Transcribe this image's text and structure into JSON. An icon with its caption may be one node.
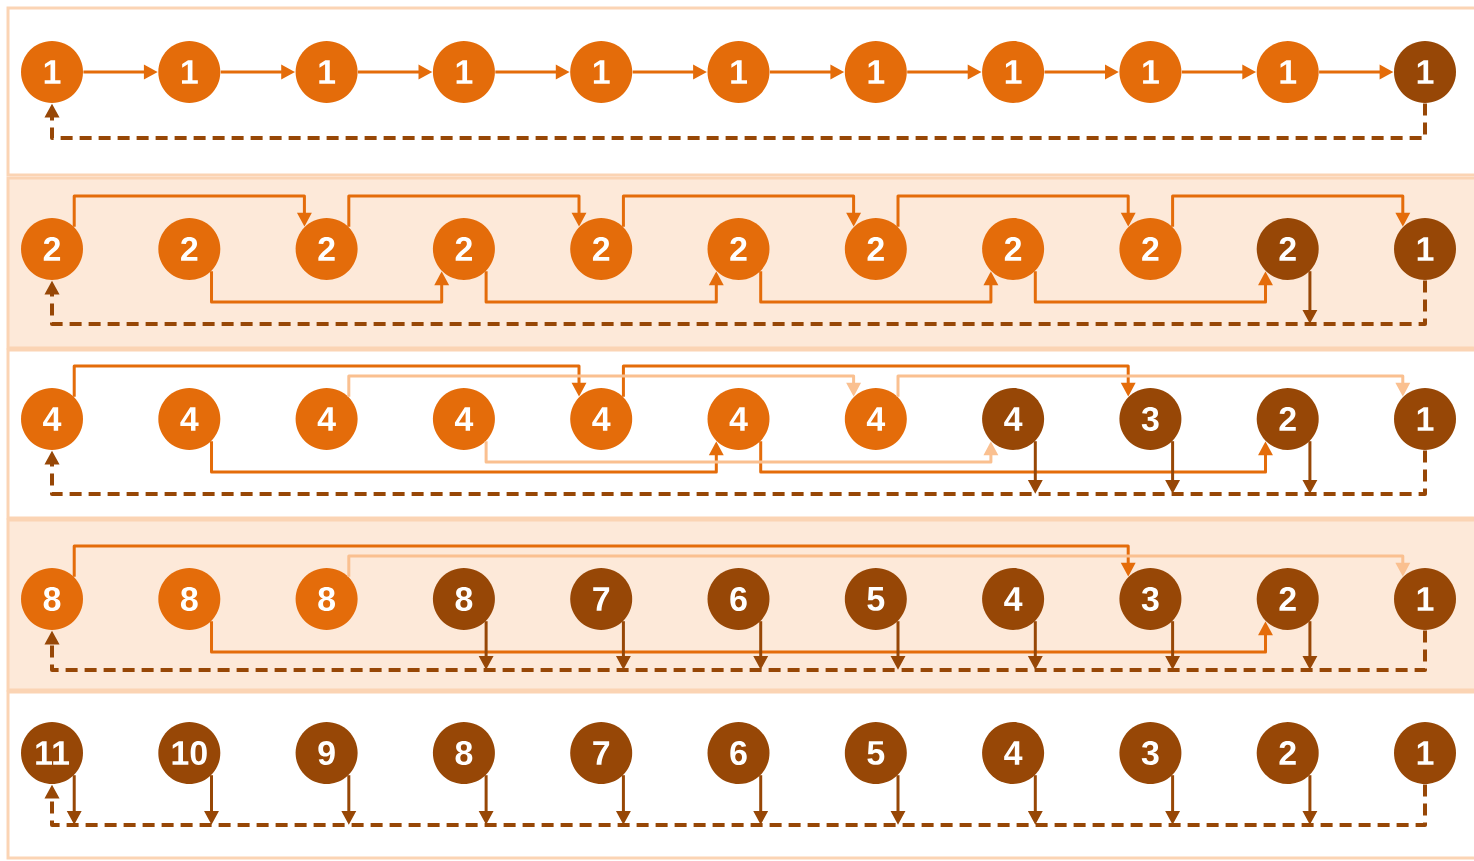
{
  "diagram": {
    "nodes": [
      {
        "text": [
          "1"
        ]
      },
      {
        "text": [
          "1"
        ]
      },
      {
        "text": [
          "1"
        ]
      },
      {
        "text": [
          "1"
        ]
      },
      {
        "text": [
          "1"
        ]
      },
      {
        "text": [
          "1"
        ]
      },
      {
        "text": [
          "1"
        ]
      },
      {
        "text": [
          "1"
        ]
      },
      {
        "text": [
          "1"
        ]
      },
      {
        "text": [
          "1"
        ]
      },
      {
        "text": [
          "1"
        ]
      },
      {
        "text": [
          "2"
        ]
      },
      {
        "text": [
          "2"
        ]
      },
      {
        "text": [
          "2"
        ]
      },
      {
        "text": [
          "2"
        ]
      },
      {
        "text": [
          "2"
        ]
      },
      {
        "text": [
          "2"
        ]
      },
      {
        "text": [
          "2"
        ]
      },
      {
        "text": [
          "2"
        ]
      },
      {
        "text": [
          "2"
        ]
      },
      {
        "text": [
          "2"
        ]
      },
      {
        "text": [
          "1"
        ]
      },
      {
        "text": [
          "4"
        ]
      },
      {
        "text": [
          "4"
        ]
      },
      {
        "text": [
          "4"
        ]
      },
      {
        "text": [
          "4"
        ]
      },
      {
        "text": [
          "4"
        ]
      },
      {
        "text": [
          "4"
        ]
      },
      {
        "text": [
          "4"
        ]
      },
      {
        "text": [
          "4"
        ]
      },
      {
        "text": [
          "3"
        ]
      },
      {
        "text": [
          "2"
        ]
      },
      {
        "text": [
          "1"
        ]
      },
      {
        "text": [
          "8"
        ]
      },
      {
        "text": [
          "8"
        ]
      },
      {
        "text": [
          "8"
        ]
      },
      {
        "text": [
          "8"
        ]
      },
      {
        "text": [
          "7"
        ]
      },
      {
        "text": [
          "6"
        ]
      },
      {
        "text": [
          "5"
        ]
      },
      {
        "text": [
          "4"
        ]
      },
      {
        "text": [
          "3"
        ]
      },
      {
        "text": [
          "2"
        ]
      },
      {
        "text": [
          "1"
        ]
      },
      {
        "text": [
          "11"
        ]
      },
      {
        "text": [
          "10"
        ]
      },
      {
        "text": [
          "9"
        ]
      },
      {
        "text": [
          "8"
        ]
      },
      {
        "text": [
          "7"
        ]
      },
      {
        "text": [
          "6"
        ]
      },
      {
        "text": [
          "5"
        ]
      },
      {
        "text": [
          "4"
        ]
      },
      {
        "text": [
          "3"
        ]
      },
      {
        "text": [
          "2"
        ]
      },
      {
        "text": [
          "1"
        ]
      }
    ],
    "edges": [
      {
        "from": 0,
        "to": 1,
        "arrow": "to",
        "color": "#e46c0a"
      },
      {
        "from": 1,
        "to": 2,
        "arrow": "to",
        "color": "#e46c0a"
      },
      {
        "from": 2,
        "to": 3,
        "arrow": "to",
        "color": "#e46c0a"
      },
      {
        "from": 3,
        "to": 4,
        "arrow": "to",
        "color": "#e46c0a"
      },
      {
        "from": 4,
        "to": 5,
        "arrow": "to",
        "color": "#e46c0a"
      },
      {
        "from": 5,
        "to": 6,
        "arrow": "to",
        "color": "#e46c0a"
      },
      {
        "from": 6,
        "to": 7,
        "arrow": "to",
        "color": "#e46c0a"
      },
      {
        "from": 7,
        "to": 8,
        "arrow": "to",
        "color": "#e46c0a"
      },
      {
        "from": 8,
        "to": 9,
        "arrow": "to",
        "color": "#e46c0a"
      },
      {
        "from": 9,
        "to": 10,
        "arrow": "to",
        "color": "#e46c0a"
      },
      {
        "from": 10,
        "to": 0,
        "arrow": "to",
        "style": "dashed"
      },
      {
        "from": 11,
        "to": 13,
        "arrow": "to",
        "color": "#e46c0a"
      },
      {
        "from": 13,
        "to": 15,
        "arrow": "to",
        "color": "#e46c0a"
      },
      {
        "from": 15,
        "to": 17,
        "arrow": "to",
        "color": "#e46c0a"
      },
      {
        "from": 17,
        "to": 19,
        "arrow": "to",
        "color": "#e46c0a"
      },
      {
        "from": 19,
        "to": 21,
        "arrow": "to",
        "color": "#e46c0a"
      },
      {
        "from": 12,
        "to": 14,
        "arrow": "to",
        "color": "#e46c0a"
      },
      {
        "from": 14,
        "to": 16,
        "arrow": "to",
        "color": "#e46c0a"
      },
      {
        "from": 16,
        "to": 18,
        "arrow": "to",
        "color": "#e46c0a"
      },
      {
        "from": 18,
        "to": 20,
        "arrow": "to",
        "color": "#e46c0a"
      },
      {
        "from": 20,
        "to": null,
        "arrow": "to"
      },
      {
        "from": 21,
        "to": 11,
        "arrow": "to",
        "style": "dashed"
      },
      {
        "from": 22,
        "to": 26,
        "arrow": "to",
        "color": "#e46c0a"
      },
      {
        "from": 26,
        "to": 30,
        "arrow": "to",
        "color": "#e46c0a"
      },
      {
        "from": 24,
        "to": 28,
        "arrow": "to",
        "color": "#fac090"
      },
      {
        "from": 28,
        "to": 32,
        "arrow": "to",
        "color": "#fac090"
      },
      {
        "from": 23,
        "to": 27,
        "arrow": "to",
        "color": "#e46c0a"
      },
      {
        "from": 27,
        "to": 31,
        "arrow": "to",
        "color": "#e46c0a"
      },
      {
        "from": 25,
        "to": 29,
        "arrow": "to",
        "color": "#fac090"
      },
      {
        "from": 29,
        "to": null,
        "arrow": "to"
      },
      {
        "from": 30,
        "to": null,
        "arrow": "to"
      },
      {
        "from": 31,
        "to": null,
        "arrow": "to"
      },
      {
        "from": 32,
        "to": 22,
        "arrow": "to",
        "style": "dashed"
      },
      {
        "from": 33,
        "to": 41,
        "arrow": "to",
        "color": "#e46c0a"
      },
      {
        "from": 35,
        "to": 43,
        "arrow": "to",
        "color": "#fac090"
      },
      {
        "from": 34,
        "to": 42,
        "arrow": "to",
        "color": "#e46c0a"
      },
      {
        "from": 36,
        "to": null,
        "arrow": "to"
      },
      {
        "from": 37,
        "to": null,
        "arrow": "to"
      },
      {
        "from": 38,
        "to": null,
        "arrow": "to"
      },
      {
        "from": 39,
        "to": null,
        "arrow": "to"
      },
      {
        "from": 40,
        "to": null,
        "arrow": "to"
      },
      {
        "from": 41,
        "to": null,
        "arrow": "to"
      },
      {
        "from": 42,
        "to": null,
        "arrow": "to"
      },
      {
        "from": 43,
        "to": 33,
        "arrow": "to",
        "style": "dashed"
      },
      {
        "from": 44,
        "to": null,
        "arrow": "to"
      },
      {
        "from": 45,
        "to": null,
        "arrow": "to"
      },
      {
        "from": 46,
        "to": null,
        "arrow": "to"
      },
      {
        "from": 47,
        "to": null,
        "arrow": "to"
      },
      {
        "from": 48,
        "to": null,
        "arrow": "to"
      },
      {
        "from": 49,
        "to": null,
        "arrow": "to"
      },
      {
        "from": 50,
        "to": null,
        "arrow": "to"
      },
      {
        "from": 51,
        "to": null,
        "arrow": "to"
      },
      {
        "from": 52,
        "to": null,
        "arrow": "to"
      },
      {
        "from": 53,
        "to": null,
        "arrow": "to"
      },
      {
        "from": 54,
        "to": 44,
        "arrow": "to",
        "style": "dashed"
      }
    ]
  }
}
